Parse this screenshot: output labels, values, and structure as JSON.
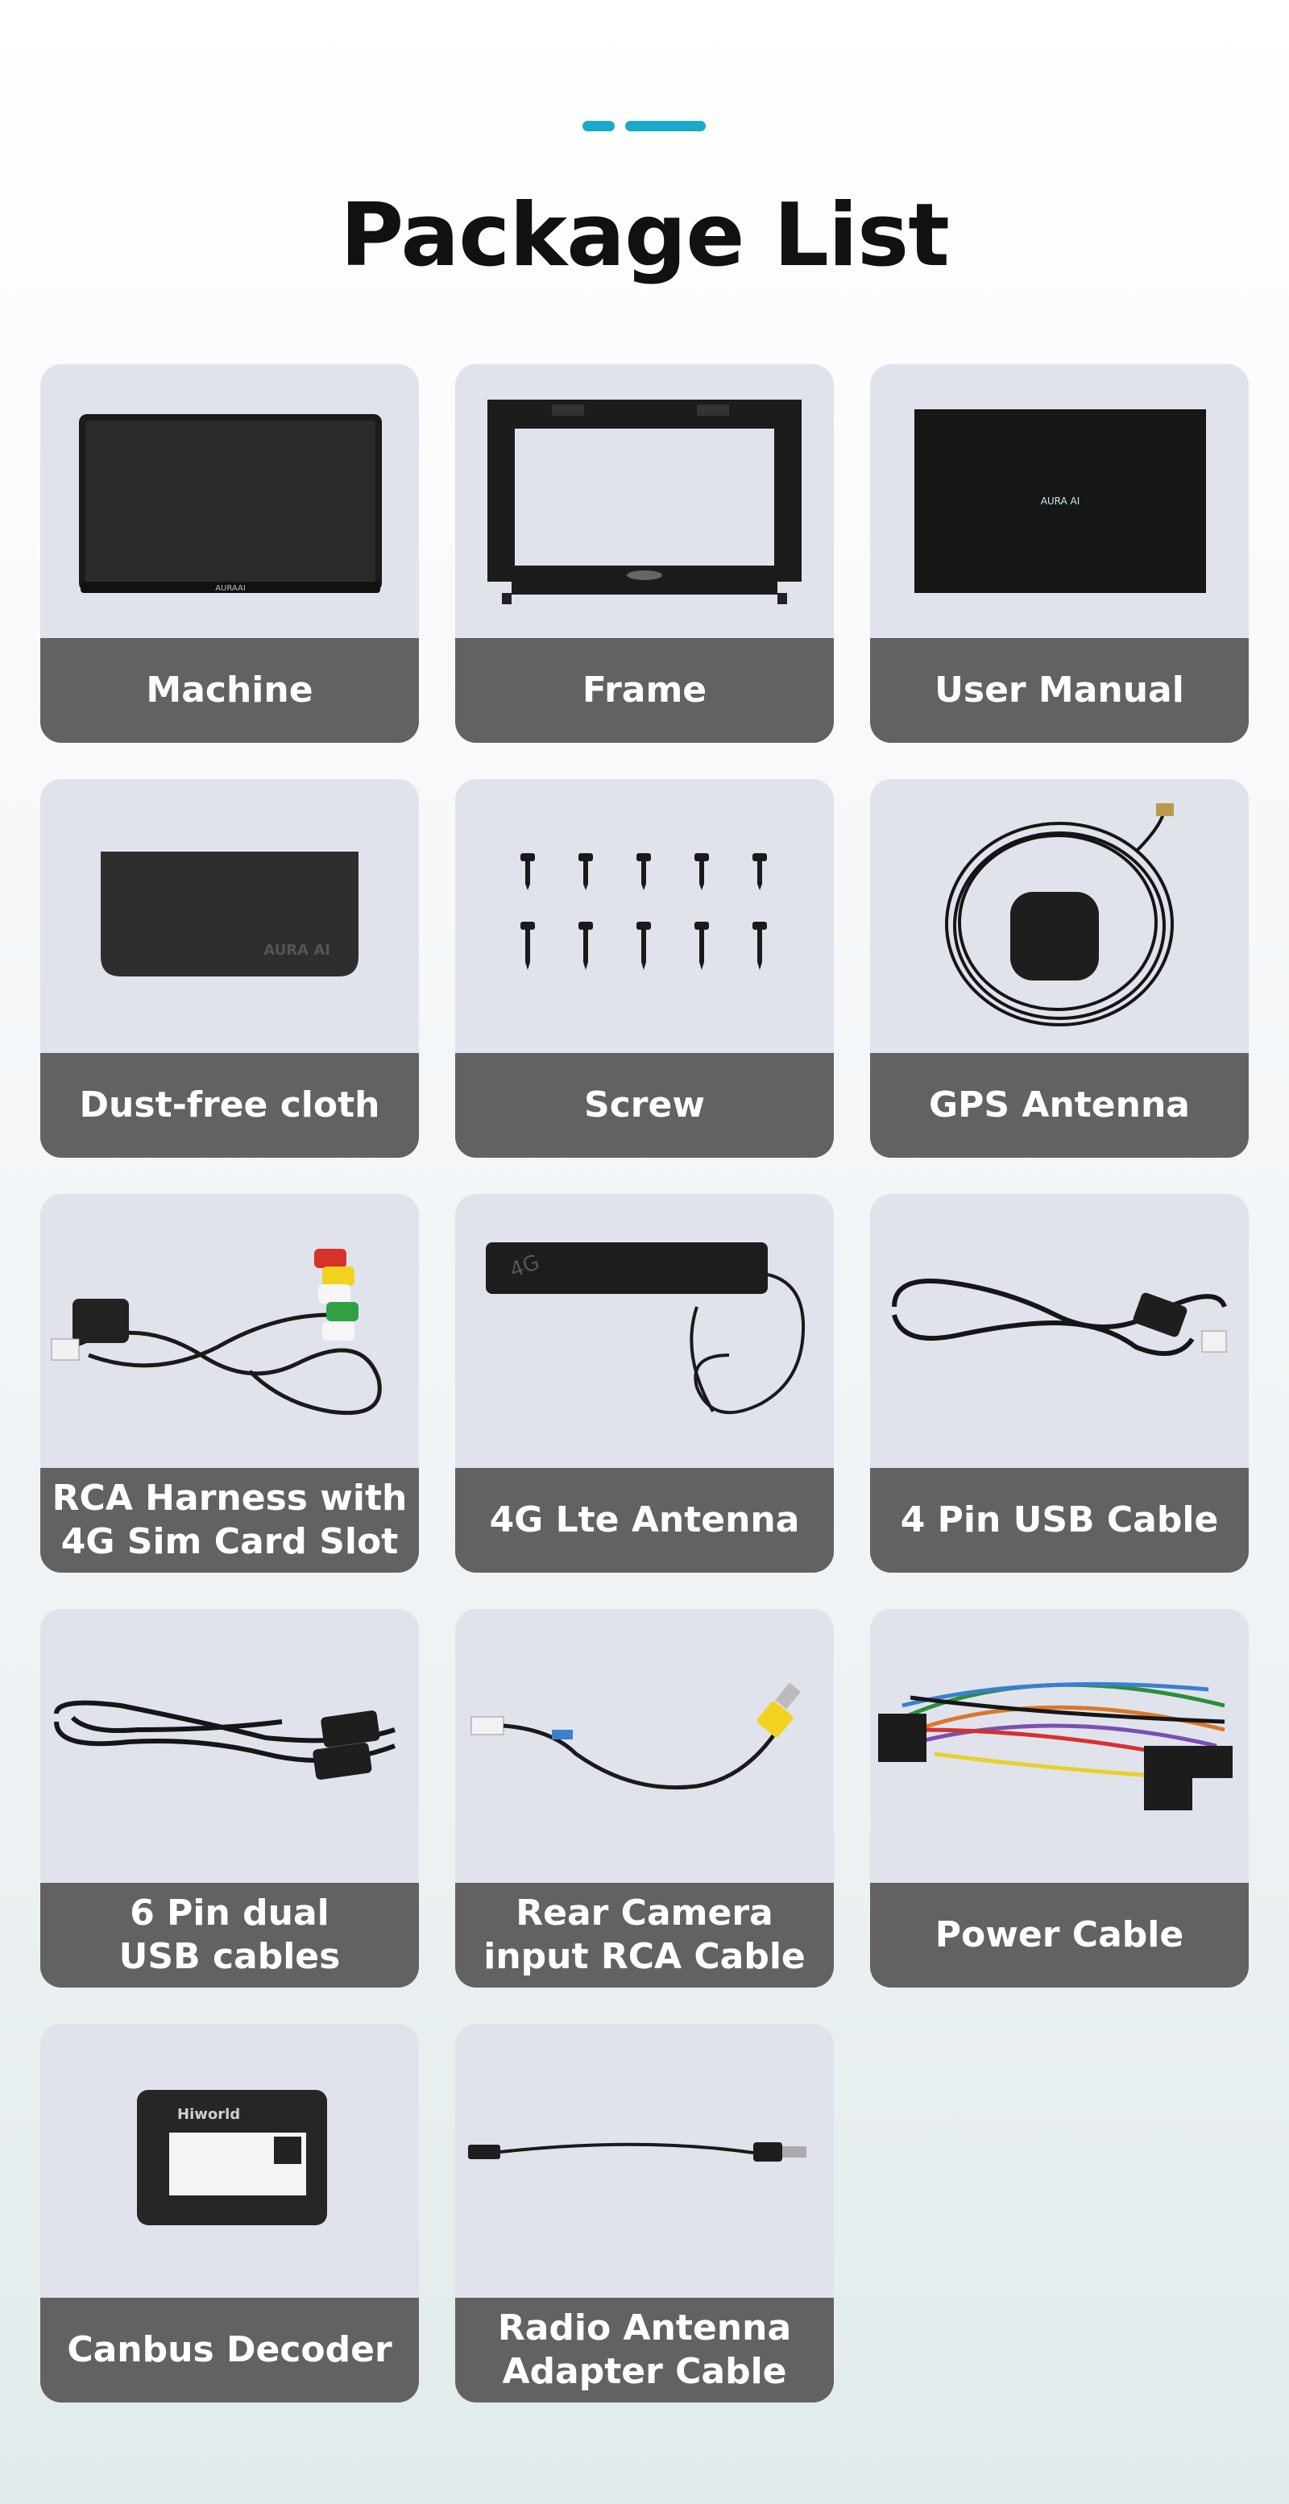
{
  "header": {
    "title": "Package List"
  },
  "items": [
    {
      "label": "Machine"
    },
    {
      "label": "Frame"
    },
    {
      "label": "User Manual"
    },
    {
      "label": "Dust-free cloth"
    },
    {
      "label": "Screw"
    },
    {
      "label": "GPS Antenna"
    },
    {
      "label": "RCA Harness with\n4G Sim Card Slot"
    },
    {
      "label": "4G Lte Antenna"
    },
    {
      "label": "4 Pin USB Cable"
    },
    {
      "label": "6 Pin dual\nUSB cables"
    },
    {
      "label": "Rear Camera\ninput RCA Cable"
    },
    {
      "label": "Power Cable"
    },
    {
      "label": "Canbus Decoder"
    },
    {
      "label": "Radio Antenna\nAdapter Cable"
    }
  ],
  "product_texts": {
    "machine_brand": "AURAAI",
    "manual_brand": "AURA AI",
    "cloth_brand": "AURA AI",
    "antenna_mark": "4G",
    "decoder_brand": "Hiworld"
  },
  "colors": {
    "accent": "#1aa9c9",
    "card_bg": "#e0e3ec",
    "label_bg": "#626262",
    "title": "#111111"
  }
}
